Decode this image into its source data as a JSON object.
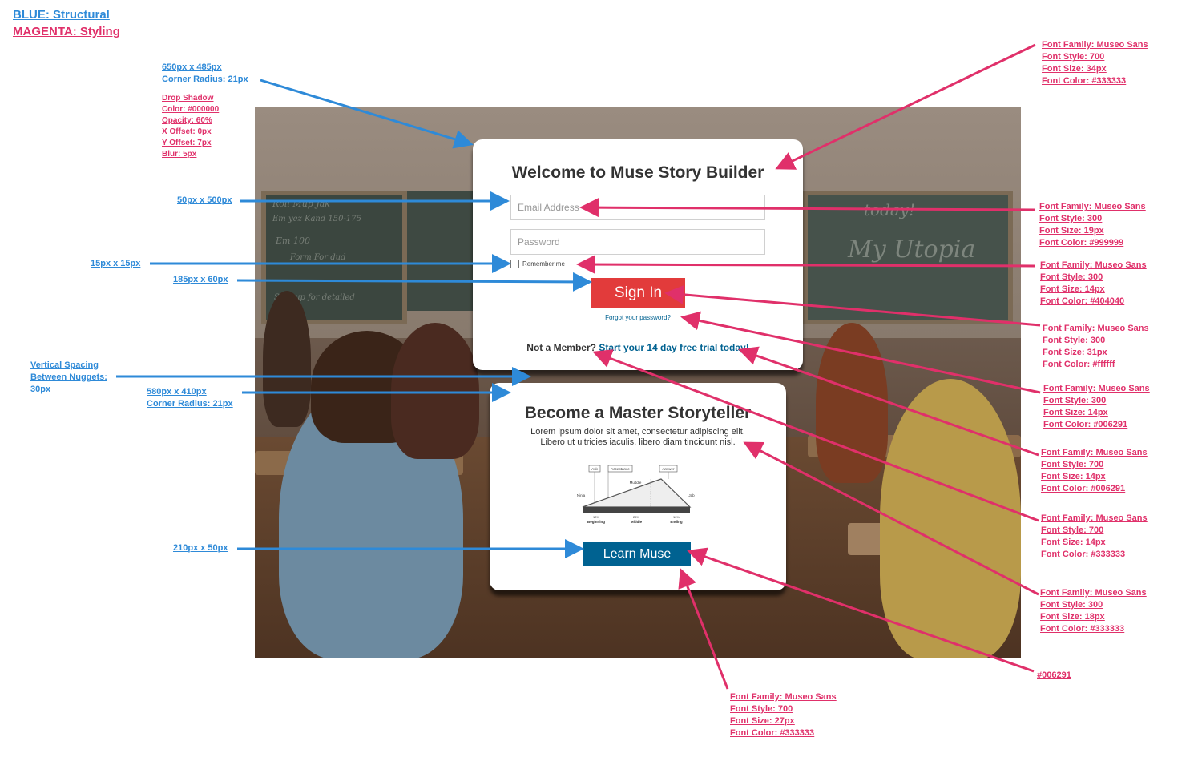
{
  "legend": {
    "structural": "BLUE: Structural",
    "styling": "MAGENTA: Styling"
  },
  "colors": {
    "blue_annotation": "#2e8ad8",
    "magenta_annotation": "#e0306a",
    "sign_in": "#e23b3b",
    "link": "#006291",
    "learn_button": "#006291"
  },
  "login": {
    "title": "Welcome to Muse Story Builder",
    "email_placeholder": "Email Address",
    "password_placeholder": "Password",
    "remember_label": "Remember me",
    "sign_in_label": "Sign In",
    "forgot_label": "Forgot your password?",
    "not_member": "Not a Member?",
    "trial_link": "Start your 14 day free trial today!"
  },
  "info": {
    "title": "Become a Master Storyteller",
    "body_line1": "Lorem ipsum dolor sit amet, consectetur adipiscing elit.",
    "body_line2": "Libero ut ultricies iaculis, libero diam tincidunt nisl.",
    "learn_label": "Learn Muse",
    "diagram": {
      "top_labels": [
        "Ask",
        "Acceptance",
        "Answer"
      ],
      "middle_label": "Muddle",
      "left_label": "Ninja",
      "right_label": "Jab",
      "bottom_pcts": [
        "10%",
        "25%",
        "10%"
      ],
      "bottom_labels": [
        "Beginning",
        "Middle",
        "Ending"
      ]
    }
  },
  "blue_notes": {
    "card1_size": [
      "650px x 485px",
      "Corner Radius: 21px"
    ],
    "shadow": [
      "Drop Shadow",
      "Color: #000000",
      "Opacity: 60%",
      "X Offset: 0px",
      "Y Offset: 7px",
      "Blur: 5px"
    ],
    "field_size": "50px x 500px",
    "checkbox_size": "15px x 15px",
    "signin_size": "185px x 60px",
    "spacing": [
      "Vertical Spacing",
      "Between Nuggets:",
      "30px"
    ],
    "card2_size": [
      "580px x 410px",
      "Corner Radius: 21px"
    ],
    "learn_size": "210px x 50px"
  },
  "magenta_notes": {
    "title_font": [
      "Font Family: Museo Sans",
      "Font Style: 700",
      "Font Size: 34px",
      "Font Color: #333333"
    ],
    "input_font": [
      "Font Family: Museo Sans",
      "Font Style: 300",
      "Font Size: 19px",
      "Font Color: #999999"
    ],
    "remember_font": [
      "Font Family: Museo Sans",
      "Font Style: 300",
      "Font Size: 14px",
      "Font Color: #404040"
    ],
    "signin_font": [
      "Font Family: Museo Sans",
      "Font Style: 300",
      "Font Size: 31px",
      "Font Color: #ffffff"
    ],
    "forgot_font": [
      "Font Family: Museo Sans",
      "Font Style: 300",
      "Font Size: 14px",
      "Font Color: #006291"
    ],
    "trial_font": [
      "Font Family: Museo Sans",
      "Font Style: 700",
      "Font Size: 14px",
      "Font Color: #006291"
    ],
    "member_font": [
      "Font Family: Museo Sans",
      "Font Style: 700",
      "Font Size: 14px",
      "Font Color: #333333"
    ],
    "body_font": [
      "Font Family: Museo Sans",
      "Font Style: 300",
      "Font Size: 18px",
      "Font Color: #333333"
    ],
    "learn_color": "#006291",
    "storyteller_font": [
      "Font Family: Museo Sans",
      "Font Style: 700",
      "Font Size: 27px",
      "Font Color: #333333"
    ]
  },
  "chalk": {
    "left_board": [
      "Roll Mup Jak",
      "Em yez  Kand 150-175",
      "Em 100",
      "Form  For dud",
      "Sign up for detailed"
    ],
    "right_board": [
      "today!",
      "My Utopia"
    ]
  }
}
